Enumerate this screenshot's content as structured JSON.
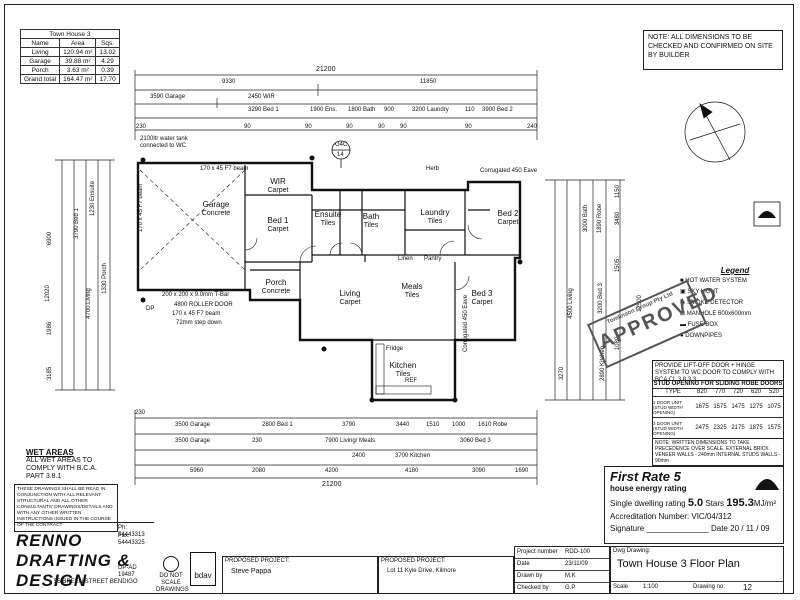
{
  "area_table": {
    "title": "Town House 3",
    "headers": [
      "Name",
      "Area",
      "Sqs."
    ],
    "rows": [
      [
        "Living",
        "120.94 m²",
        "13.02"
      ],
      [
        "Garage",
        "39.88 m²",
        "4.29"
      ],
      [
        "Porch",
        "3.63 m²",
        "0.39"
      ],
      [
        "Grand total",
        "164.47 m²",
        "17.70"
      ]
    ]
  },
  "note_box": "NOTE: ALL DIMENSIONS TO BE CHECKED AND CONFIRMED ON SITE BY BUILDER",
  "dims_top": {
    "overall": "21200",
    "left": "9330",
    "right": "11850",
    "seg_row1": [
      "3590 Garage",
      "2450 WIR"
    ],
    "seg_row2": [
      "3290 Bed 1",
      "1900 Ens.",
      "1800 Bath",
      "900",
      "3200 Laundry",
      "110",
      "3900 Bed 2"
    ],
    "seg_row3": [
      "230",
      "90",
      "90",
      "90",
      "90",
      "90",
      "90",
      "240"
    ]
  },
  "dims_bottom": {
    "row1": [
      "230",
      "3500 Garage",
      "2800 Bed 1",
      "3790",
      "3440",
      "1510",
      "1000",
      "1610 Robe"
    ],
    "row2": [
      "3500 Garage",
      "230",
      "7900 Living/ Meals",
      "3060 Bed 3"
    ],
    "row3": [
      "2400",
      "3700 Kitchen"
    ],
    "row4": [
      "5960",
      "2080",
      "4200",
      "4180",
      "3090",
      "1690"
    ],
    "overall": "21200"
  },
  "dims_left": [
    "6900",
    "3790 Bed 1",
    "1230 Ensuite",
    "12020",
    "4700 Living",
    "1330 Porch",
    "1986",
    "3185"
  ],
  "dims_right": [
    "12500",
    "1150",
    "3480",
    "3000 Bath",
    "1890 Robe",
    "4500 Living",
    "1505",
    "3200 Bed 3",
    "1080",
    "2890 Kitchen",
    "3270"
  ],
  "rooms": [
    {
      "name": "Garage",
      "finish": "Concrete"
    },
    {
      "name": "WIR",
      "finish": "Carpet"
    },
    {
      "name": "Bed 1",
      "finish": "Carpet"
    },
    {
      "name": "Ensuite",
      "finish": "Tiles"
    },
    {
      "name": "Bath",
      "finish": "Tiles"
    },
    {
      "name": "Laundry",
      "finish": "Tiles"
    },
    {
      "name": "Bed 2",
      "finish": "Carpet"
    },
    {
      "name": "Porch",
      "finish": "Concrete"
    },
    {
      "name": "Living",
      "finish": "Carpet"
    },
    {
      "name": "Meals",
      "finish": "Tiles"
    },
    {
      "name": "Bed 3",
      "finish": "Carpet"
    },
    {
      "name": "Kitchen",
      "finish": "Tiles"
    }
  ],
  "plan_annotations": {
    "water_tank": "2100ltr water tank connected to WC",
    "eave_top": "Corrugated 450 Eave",
    "eave_side": "Corrugated 450 Eave",
    "herb": "Herb",
    "fw_1": "170 x 45 F7 beam",
    "fw_2": "170 x 45 F7 beam",
    "fw_3": "170 x 45 F7 beam",
    "garage_door": "4800 ROLLER DOOR",
    "step": "72mm step down",
    "lintel": "200 x 200 x 9.0mm T-Bar",
    "dp": "DP",
    "linen": "Linen",
    "pantry": "Pantry",
    "fridge": "Fridge",
    "ref": "REF",
    "section": "14",
    "section_label": "G4C"
  },
  "legend": {
    "title": "Legend",
    "items": [
      "HOT WATER SYSTEM",
      "SKY LIGHT",
      "SMOKE DETECTOR",
      "MANHOLE 600x600mm",
      "FUSE BOX",
      "DOWNPIPES"
    ]
  },
  "stamp": {
    "company": "Tomlinson Group Pty Ltd",
    "text": "APPROVED"
  },
  "door_note": "PROVIDE LIFT-OFF DOOR + HINGE SYSTEM TO WC DOOR TO COMPLY WITH BCA CL 3.8.3.3",
  "stud_table": {
    "title": "STUD OPENING FOR SLIDING ROBE DOORS",
    "type_label": "TYPE",
    "sizes": [
      "820",
      "770",
      "720",
      "620",
      "520"
    ],
    "row1_label": "2 DOOR UNIT (STUD WIDTH OPENING)",
    "row1": [
      "1675",
      "1575",
      "1475",
      "1275",
      "1075"
    ],
    "row2_label": "3 DOOR UNIT (STUD WIDTH OPENING)",
    "row2": [
      "2475",
      "2325",
      "2175",
      "1875",
      "1575"
    ]
  },
  "dim_note": "NOTE: WRITTEN DIMENSIONS TO TAKE PRECEDENCE OVER SCALE. EXTERNAL BRICK VENEER WALLS - 240mm INTERNAL STUDS WALLS - 90mm",
  "wet_areas": {
    "title": "WET AREAS",
    "body": "ALL WET AREAS TO COMPLY WITH B.C.A. PART 3.8.1"
  },
  "disclaimer": "THESE DRAWINGS SHALL BE READ IN CONJUNCTION WITH ALL RELEVANT STRUCTURAL AND ALL OTHER CONSULTANTS' DRAWINGS/DETAILS AND WITH ANY OTHER WRITTEN INSTRUCTIONS ISSUED IN THE COURSE OF THE CONTRACT",
  "energy": {
    "title": "First Rate 5",
    "subtitle": "house energy rating",
    "rating_label": "Single dwelling rating",
    "rating": "5.0",
    "stars_label": "Stars",
    "value": "195.3",
    "unit": "MJ/m²",
    "accreditation": "Accreditation Number: VIC/04/312",
    "signature_label": "Signature",
    "date_label": "Date",
    "date": "20 / 11 / 09"
  },
  "firm": {
    "name": "RENNO DRAFTING & DESIGN",
    "address": "55 BREEN STREET BENDIGO",
    "phone": "Ph: 54443313",
    "fax": "Fax: 54443325",
    "reg": "DP-AD 19487",
    "noscale": "DO NOT SCALE DRAWINGS",
    "bdav": "bdav"
  },
  "title_block": {
    "proposed_project_label": "PROPOSED PROJECT:",
    "client": "Steve Pappa",
    "proposed_location_label": "PROPOSED PROJECT:",
    "location": "Lot 11 Kyle Drive, Kilmore",
    "project_number_label": "Project number",
    "project_number": "RDD-100",
    "date_label": "Date",
    "date": "23/11/09",
    "drawn_label": "Drawn by",
    "drawn": "M.K",
    "checked_label": "Checked by",
    "checked": "G.P",
    "drawing_label": "Dwg Drawing:",
    "drawing_title": "Town House 3 Floor Plan",
    "scale_label": "Scale",
    "scale": "1:100",
    "dwg_no_label": "Drawing no:",
    "dwg_no": "12"
  },
  "colors": {
    "ink": "#111111",
    "stamp": "#555555"
  }
}
